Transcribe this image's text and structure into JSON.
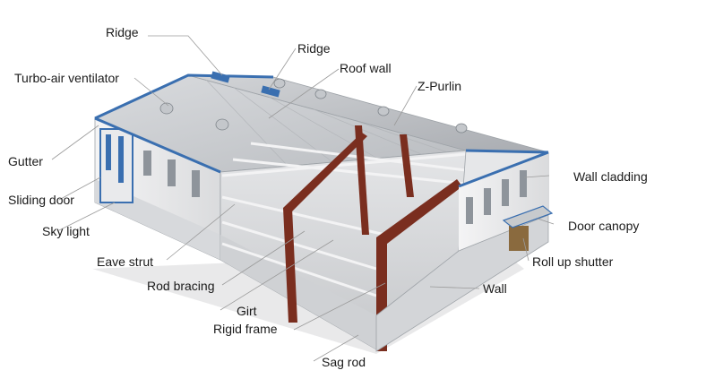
{
  "labels": {
    "ridge_left": "Ridge",
    "ridge_right": "Ridge",
    "turbo_air_ventilator": "Turbo-air ventilator",
    "roof_wall": "Roof wall",
    "z_purlin": "Z-Purlin",
    "gutter": "Gutter",
    "sliding_door": "Sliding door",
    "sky_light": "Sky light",
    "eave_strut": "Eave strut",
    "rod_bracing": "Rod bracing",
    "girt": "Girt",
    "rigid_frame": "Rigid frame",
    "sag_rod": "Sag rod",
    "wall_cladding": "Wall cladding",
    "door_canopy": "Door canopy",
    "roll_up_shutter": "Roll up shutter",
    "wall": "Wall"
  },
  "colors": {
    "trim_blue": "#3a6fb0",
    "frame_red": "#7a2e1f",
    "leader_line": "#9a9a9a",
    "sheet_grey": "#c9cbce"
  }
}
